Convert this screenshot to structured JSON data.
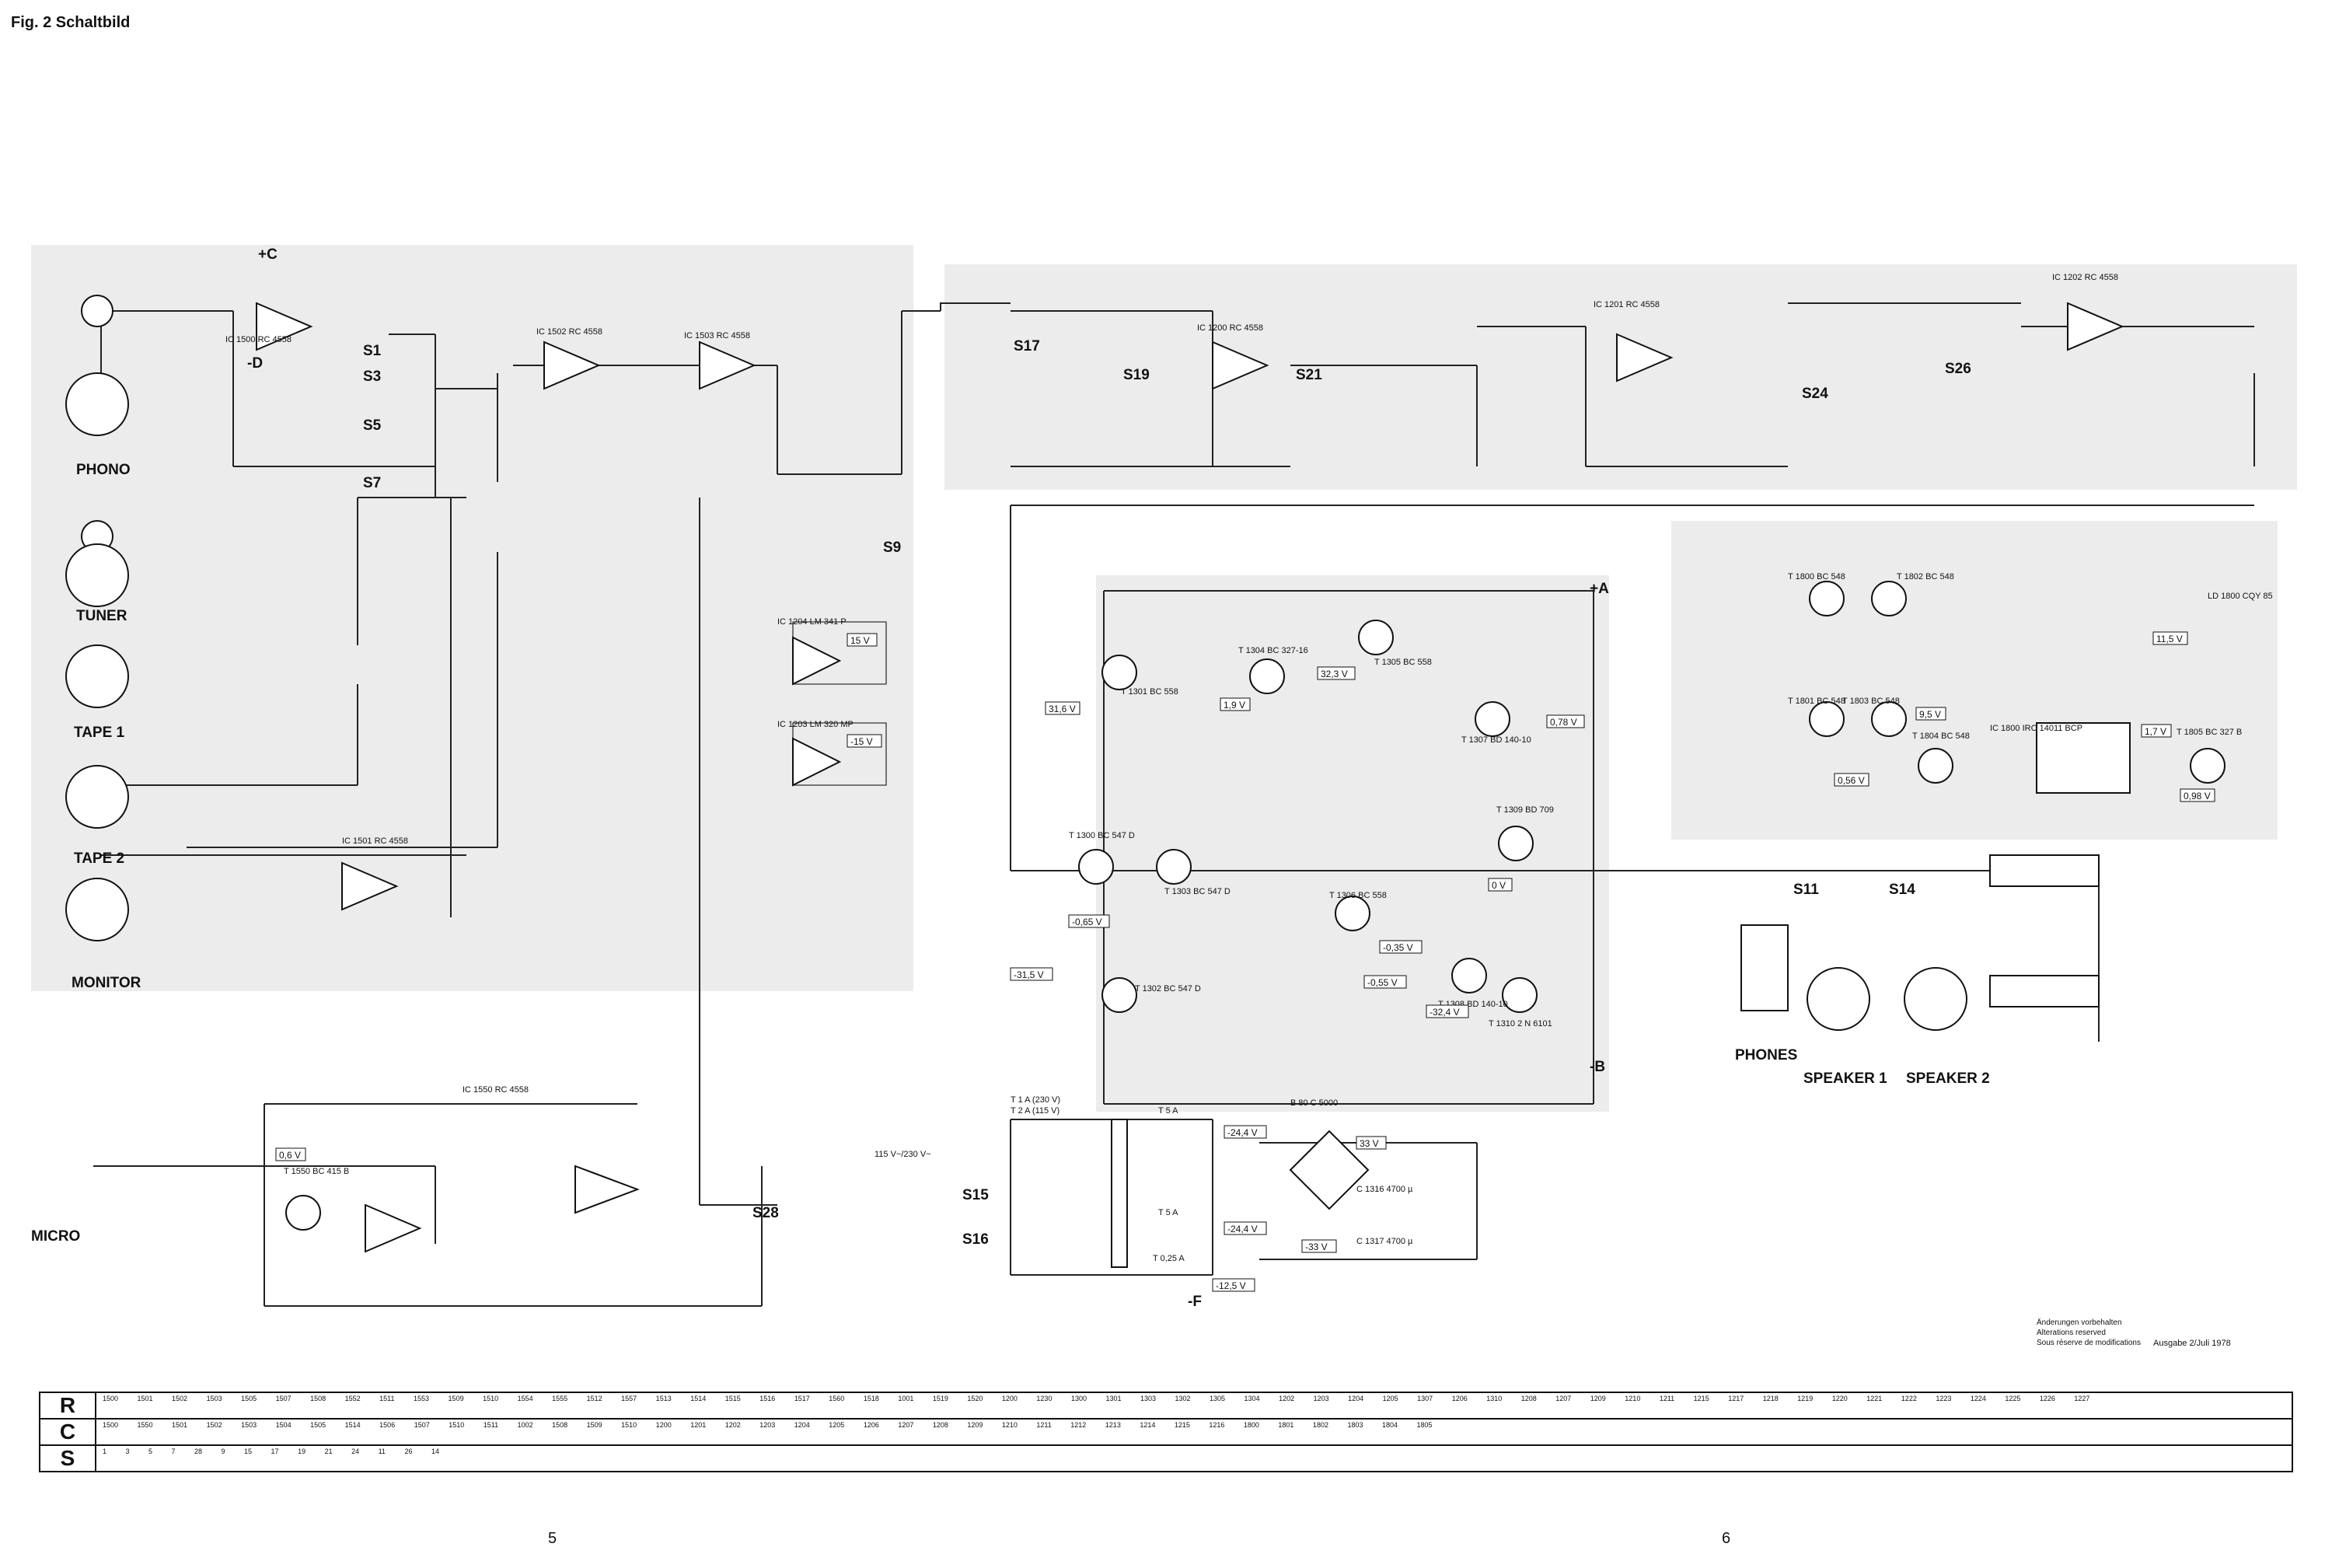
{
  "header": {
    "title": "Fig. 2 Schaltbild"
  },
  "inputs": [
    {
      "label": "PHONO"
    },
    {
      "label": "TUNER"
    },
    {
      "label": "TAPE 1"
    },
    {
      "label": "TAPE 2"
    },
    {
      "label": "MONITOR"
    },
    {
      "label": "MICRO"
    }
  ],
  "outputs": [
    {
      "label": "PHONES"
    },
    {
      "label": "SPEAKER 1"
    },
    {
      "label": "SPEAKER 2"
    }
  ],
  "rails": {
    "pos": "+C",
    "neg": "-D",
    "posA": "+A",
    "negB": "-B",
    "negF": "-F"
  },
  "ics": [
    {
      "ref": "IC 1500",
      "type": "RC 4558"
    },
    {
      "ref": "IC 1502",
      "type": "RC 4558"
    },
    {
      "ref": "IC 1503",
      "type": "RC 4558"
    },
    {
      "ref": "IC 1200",
      "type": "RC 4558"
    },
    {
      "ref": "IC 1201",
      "type": "RC 4558"
    },
    {
      "ref": "IC 1202",
      "type": "RC 4558"
    },
    {
      "ref": "IC 1501",
      "type": "RC 4558"
    },
    {
      "ref": "IC 1204",
      "type": "LM 341 P"
    },
    {
      "ref": "IC 1203",
      "type": "LM 320 MP"
    },
    {
      "ref": "IC 1550",
      "type": "RC 4558"
    },
    {
      "ref": "IC 1800",
      "type": "IRC 14011 BCP"
    }
  ],
  "switches": [
    "S1",
    "S3",
    "S5",
    "S7",
    "S9",
    "S17",
    "S19",
    "S21",
    "S24",
    "S26",
    "S11",
    "S14",
    "S28",
    "S15",
    "S16"
  ],
  "transistors": [
    {
      "ref": "T 1301",
      "type": "BC 558"
    },
    {
      "ref": "T 1304",
      "type": "BC 327-16"
    },
    {
      "ref": "T 1305",
      "type": "BC 558"
    },
    {
      "ref": "T 1307",
      "type": "BD 140-10"
    },
    {
      "ref": "T 1309",
      "type": "BD 709"
    },
    {
      "ref": "T 1300",
      "type": "BC 547 D"
    },
    {
      "ref": "T 1303",
      "type": "BC 547 D"
    },
    {
      "ref": "T 1306",
      "type": "BC 558"
    },
    {
      "ref": "T 1302",
      "type": "BC 547 D"
    },
    {
      "ref": "T 1308",
      "type": "BD 140-10"
    },
    {
      "ref": "T 1310",
      "type": "2 N 6101"
    },
    {
      "ref": "T 1550",
      "type": "BC 415 B"
    },
    {
      "ref": "T 1800",
      "type": "BC 548"
    },
    {
      "ref": "T 1802",
      "type": "BC 548"
    },
    {
      "ref": "T 1801",
      "type": "BC 548"
    },
    {
      "ref": "T 1803",
      "type": "BC 548"
    },
    {
      "ref": "T 1804",
      "type": "BC 548"
    },
    {
      "ref": "T 1805",
      "type": "BC 327 B"
    }
  ],
  "voltages": [
    "15 V",
    "-15 V",
    "31,6 V",
    "1,9 V",
    "32,3 V",
    "0,78 V",
    "0 V",
    "-0,35 V",
    "-0,65 V",
    "-31,5 V",
    "-0,55 V",
    "-32,4 V",
    "0,6 V",
    "11,5 V",
    "9,5 V",
    "1,7 V",
    "0,56 V",
    "0,98 V",
    "-24,4 V",
    "33 V",
    "-24,4 V",
    "-33 V",
    "-12,5 V"
  ],
  "power": {
    "mains": "115 V~/230 V~",
    "fuse1": "T 1 A (230 V)",
    "fuse2": "T 2 A (115 V)",
    "fuse3": "T 5 A",
    "fuse4": "T 5 A",
    "fuse5": "T 0,25 A",
    "bridge": "B 80 C 5000",
    "cap1": "C 1316 4700 µ",
    "cap2": "C 1317 4700 µ"
  },
  "led": {
    "ref": "LD 1800",
    "type": "CQY 85"
  },
  "notes": {
    "line1": "Änderungen vorbehalten",
    "line2": "Alterations reserved",
    "line3": "Sous réserve de modifications",
    "edition": "Ausgabe 2/Juli 1978"
  },
  "parts_table": {
    "rows": [
      {
        "head": "R",
        "refs": "1500 1501 1502 1503 1505 1507 1508 1552 1511 1553 1509 1510 1554 1555 1512 1557 1513 1514 1515 1516 1517 1560 1518 1001 1519 1520 1200 1230 1300 1301 1303 1302 1305 1304 1202 1203 1204 1205 1307 1206 1310 1208 1207 1209 1210 1211 1215 1217 1218 1219 1220 1221 1222 1223 1224 1225 1226 1227"
      },
      {
        "head": "C",
        "refs": "1500 1550 1501 1502 1503 1504 1505 1514 1506 1507 1510 1511 1002 1508 1509 1510 1200 1201 1202 1203 1204 1205 1206 1207 1208 1209 1210 1211 1212 1213 1214 1215 1216 1800 1801 1802 1803 1804 1805"
      },
      {
        "head": "S",
        "refs": "1 3 5 7 28 9 15 17 19 21 24 11 26 14"
      }
    ]
  },
  "pages": {
    "left": "5",
    "right": "6"
  }
}
